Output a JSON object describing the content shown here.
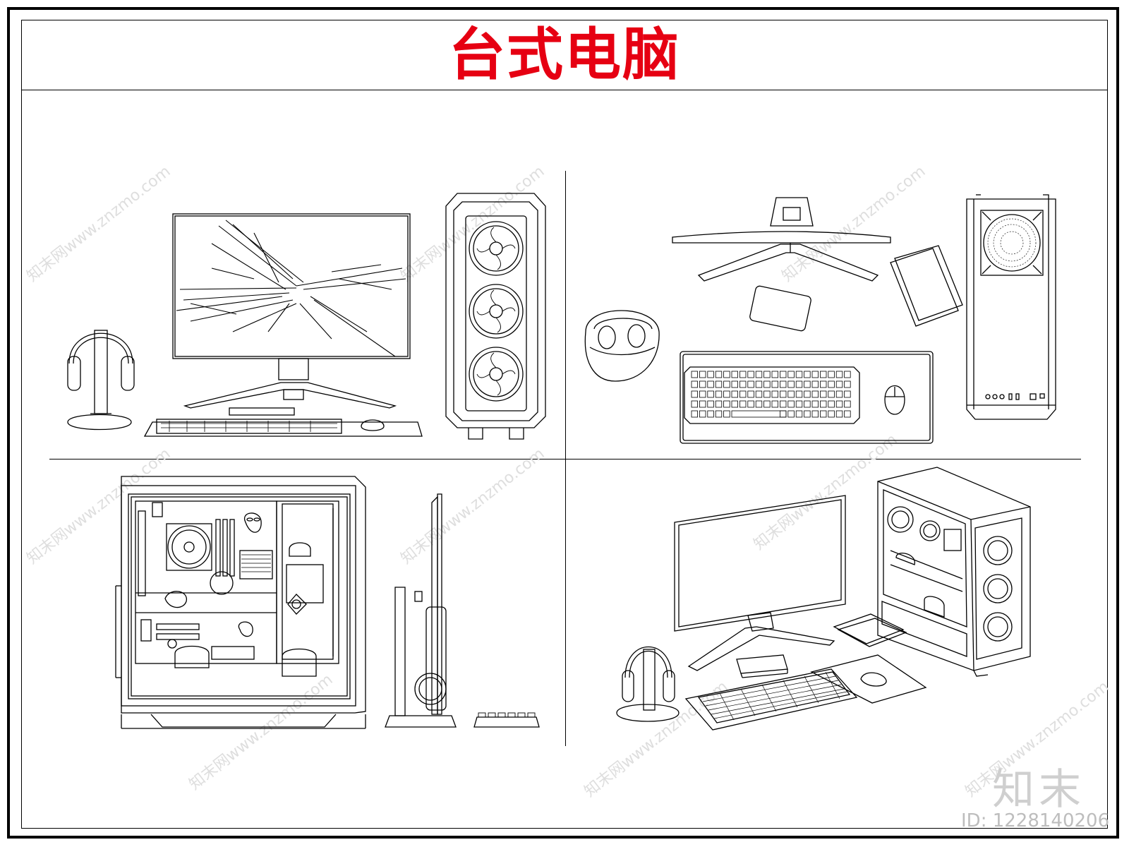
{
  "title": "台式电脑",
  "title_color": "#e60012",
  "watermark": {
    "site": "知末网www.znzmo.com",
    "logo": "知末",
    "id_label": "ID: 1228140206"
  },
  "panels": [
    {
      "position": "top-left",
      "icons": [
        "monitor-icon",
        "headphone-stand-icon",
        "keyboard-icon",
        "mouse-icon",
        "pc-case-front-icon"
      ]
    },
    {
      "position": "top-right",
      "icons": [
        "monitor-top-view-icon",
        "headphones-top-view-icon",
        "keyboard-top-view-icon",
        "mouse-top-view-icon",
        "pc-case-top-view-icon"
      ]
    },
    {
      "position": "bottom-left",
      "icons": [
        "pc-case-open-side-icon",
        "monitor-side-view-icon",
        "keyboard-side-view-icon"
      ]
    },
    {
      "position": "bottom-right",
      "icons": [
        "monitor-perspective-icon",
        "pc-case-perspective-icon",
        "headphone-stand-perspective-icon",
        "keyboard-perspective-icon",
        "mouse-perspective-icon"
      ]
    }
  ]
}
